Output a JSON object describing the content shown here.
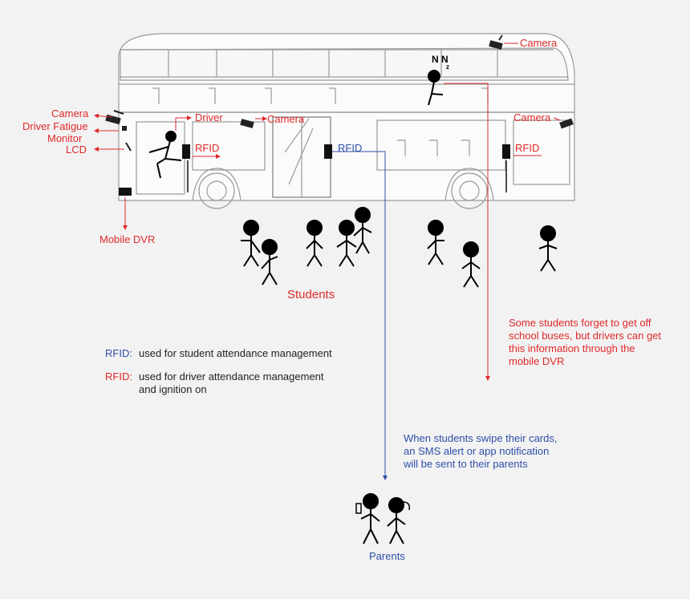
{
  "labels": {
    "camera_top": "Camera",
    "camera_left": "Camera",
    "driver_fatigue": "Driver Fatigue",
    "monitor": "Monitor",
    "lcd": "LCD",
    "driver": "Driver",
    "camera_middle": "Camera",
    "camera_right": "Camera",
    "rfid_driver": "RFID",
    "rfid_door": "RFID",
    "rfid_rear": "RFID",
    "mobile_dvr": "Mobile DVR",
    "students": "Students",
    "parents": "Parents",
    "sleep_glyph": "N N z"
  },
  "notes": {
    "forgot_line1": "Some students forget to get off",
    "forgot_line2": "school buses, but drivers can get",
    "forgot_line3": "this information through the",
    "forgot_line4": "mobile DVR",
    "swipe_line1": "When students swipe their cards,",
    "swipe_line2": "an SMS alert or app notification",
    "swipe_line3": "will be sent to their parents"
  },
  "legend": [
    {
      "key": "RFID:",
      "color": "#2e4fa8",
      "line1": "used for student attendance management",
      "line2": ""
    },
    {
      "key": "RFID:",
      "color": "#e0292b",
      "line1": "used for driver attendance management",
      "line2": "and ignition on"
    }
  ],
  "colors": {
    "accent_red": "#e0292b",
    "accent_blue": "#2e4fa8",
    "figure": "#000000",
    "bus_outline": "#9a9a9a"
  }
}
